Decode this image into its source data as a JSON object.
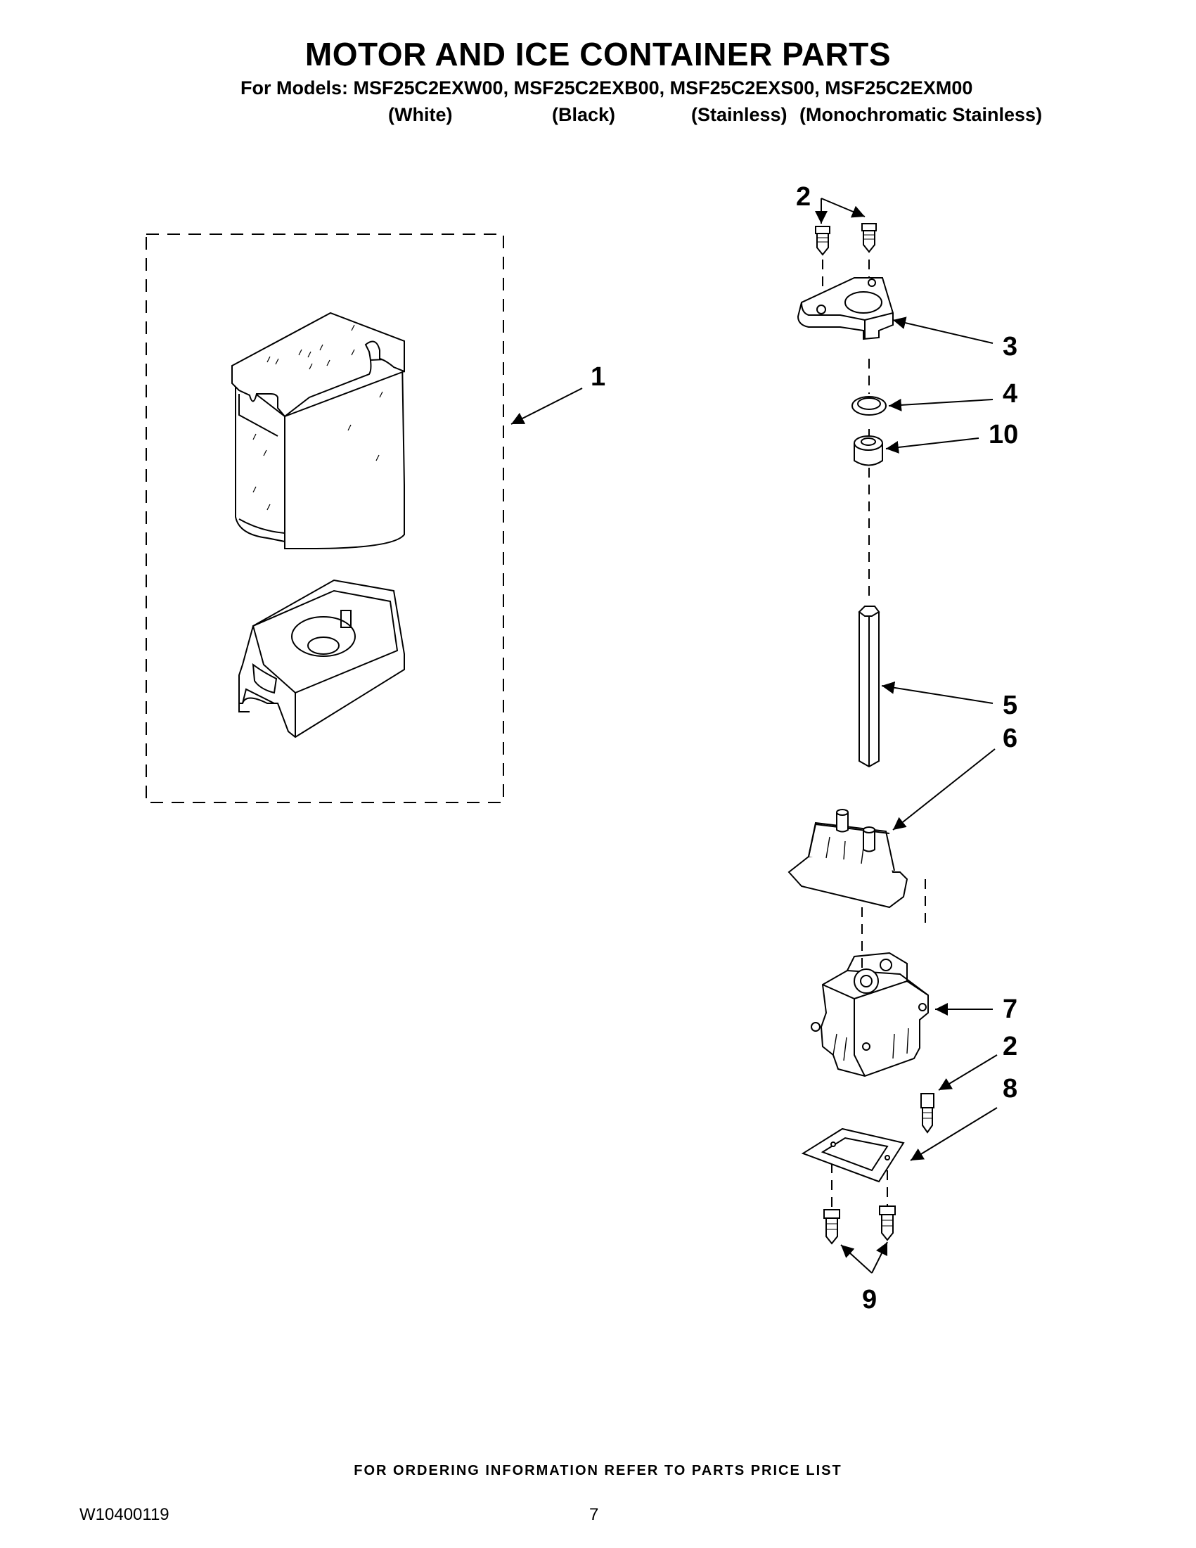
{
  "header": {
    "title": "MOTOR AND ICE CONTAINER PARTS",
    "models_line": "For Models: MSF25C2EXW00, MSF25C2EXB00, MSF25C2EXS00, MSF25C2EXM00",
    "colors": [
      "(White)",
      "(Black)",
      "(Stainless)",
      "(Monochromatic Stainless)"
    ]
  },
  "callouts": [
    "1",
    "2",
    "3",
    "4",
    "10",
    "5",
    "6",
    "7",
    "2",
    "8",
    "9"
  ],
  "footer": {
    "ordering_note": "FOR ORDERING INFORMATION REFER TO PARTS PRICE LIST",
    "document_number": "W10400119",
    "page_number": "7"
  }
}
